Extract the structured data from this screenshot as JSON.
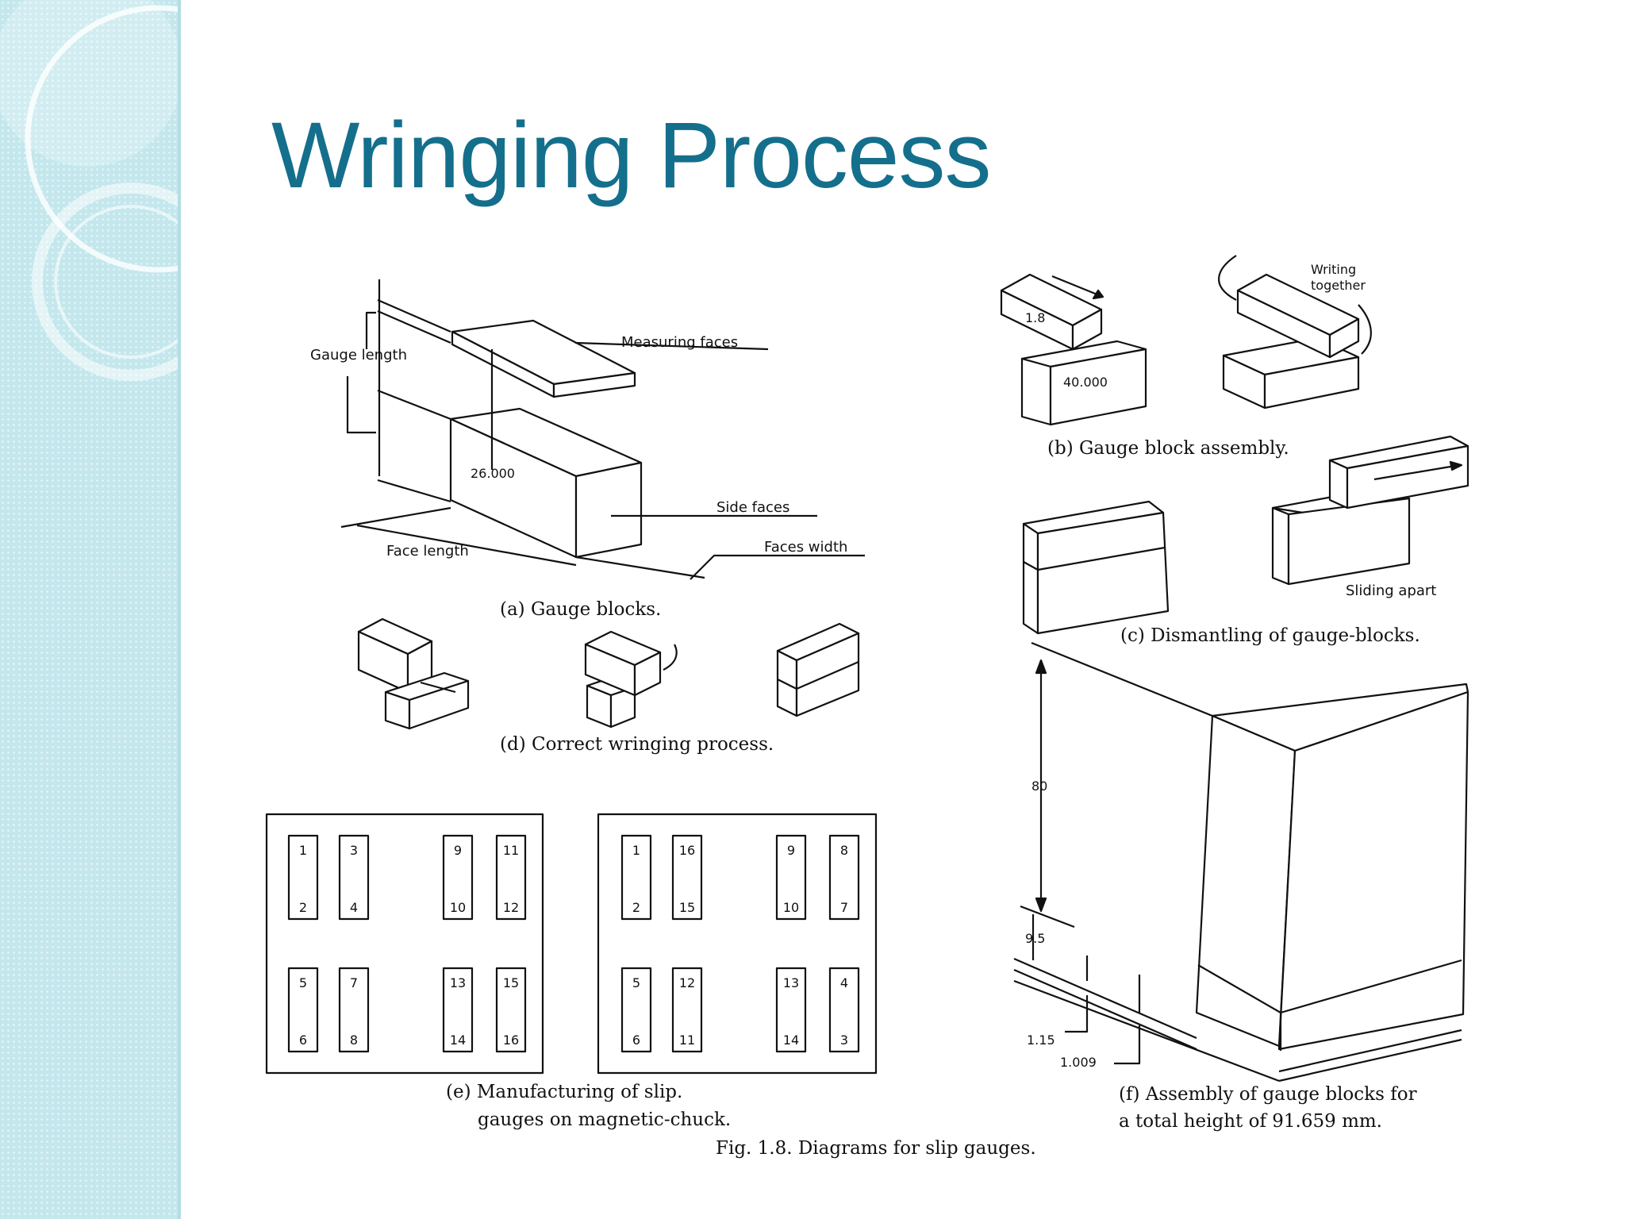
{
  "slide": {
    "title": "Wringing Process"
  },
  "theme": {
    "title_color": "#146f8c",
    "sidebar_color": "#c3e7ec",
    "line_color": "#111111"
  },
  "figure": {
    "a": {
      "caption": "(a) Gauge blocks.",
      "gauge_length": "Gauge length",
      "measuring_faces": "Measuring faces",
      "value": "26.000",
      "side_faces": "Side faces",
      "face_length": "Face length",
      "faces_width": "Faces width"
    },
    "b": {
      "caption": "(b) Gauge block assembly.",
      "small_block": "1.8",
      "large_block": "40.000",
      "writing_together_1": "Writing",
      "writing_together_2": "together"
    },
    "c": {
      "caption": "(c) Dismantling of gauge-blocks.",
      "sliding_apart": "Sliding apart"
    },
    "d": {
      "caption": "(d) Correct wringing process."
    },
    "e": {
      "caption_line1": "(e) Manufacturing of slip.",
      "caption_line2": "gauges on magnetic-chuck.",
      "left_panel": [
        [
          "1",
          "2"
        ],
        [
          "3",
          "4"
        ],
        [
          "9",
          "10"
        ],
        [
          "11",
          "12"
        ],
        [
          "5",
          "6"
        ],
        [
          "7",
          "8"
        ],
        [
          "13",
          "14"
        ],
        [
          "15",
          "16"
        ]
      ],
      "right_panel": [
        [
          "1",
          "2"
        ],
        [
          "16",
          "15"
        ],
        [
          "9",
          "10"
        ],
        [
          "8",
          "7"
        ],
        [
          "5",
          "6"
        ],
        [
          "12",
          "11"
        ],
        [
          "13",
          "14"
        ],
        [
          "4",
          "3"
        ]
      ]
    },
    "f": {
      "caption_line1": "(f) Assembly of gauge blocks for",
      "caption_line2": "a total height of 91.659 mm.",
      "dim_80": "80",
      "dim_9_5": "9.5",
      "dim_1_15": "1.15",
      "dim_1_009": "1.009"
    },
    "caption": "Fig. 1.8.  Diagrams for slip gauges."
  }
}
